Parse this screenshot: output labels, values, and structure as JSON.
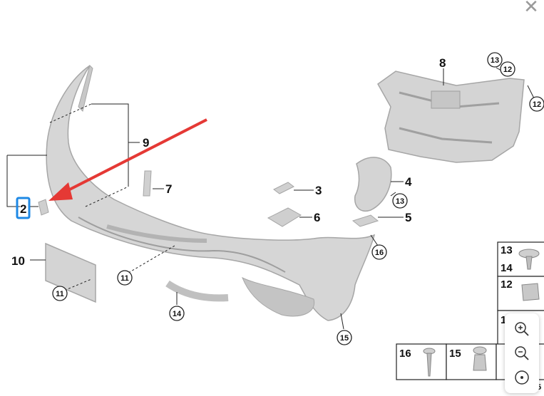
{
  "colors": {
    "part": "#d4d4d4",
    "part_edge": "#a8a8a8",
    "line": "#222222",
    "arrow": "#e53935",
    "highlight": "#1e88e5"
  },
  "labels": {
    "l2": "2",
    "l3": "3",
    "l4": "4",
    "l5": "5",
    "l6": "6",
    "l7": "7",
    "l8": "8",
    "l9": "9",
    "l10": "10"
  },
  "circled": {
    "c11a": "11",
    "c11b": "11",
    "c12a": "12",
    "c12b": "12",
    "c13a": "13",
    "c13b": "13",
    "c14": "14",
    "c15": "15",
    "c16": "16"
  },
  "fastener_table": {
    "r1": [
      "13",
      "14"
    ],
    "r2": "12",
    "r3": "1",
    "b16": "16",
    "b15": "15",
    "corner": "5"
  },
  "icons": {
    "close": "close-icon",
    "zoom_in": "zoom-in-icon",
    "zoom_out": "zoom-out-icon",
    "reset": "reset-zoom-icon"
  }
}
